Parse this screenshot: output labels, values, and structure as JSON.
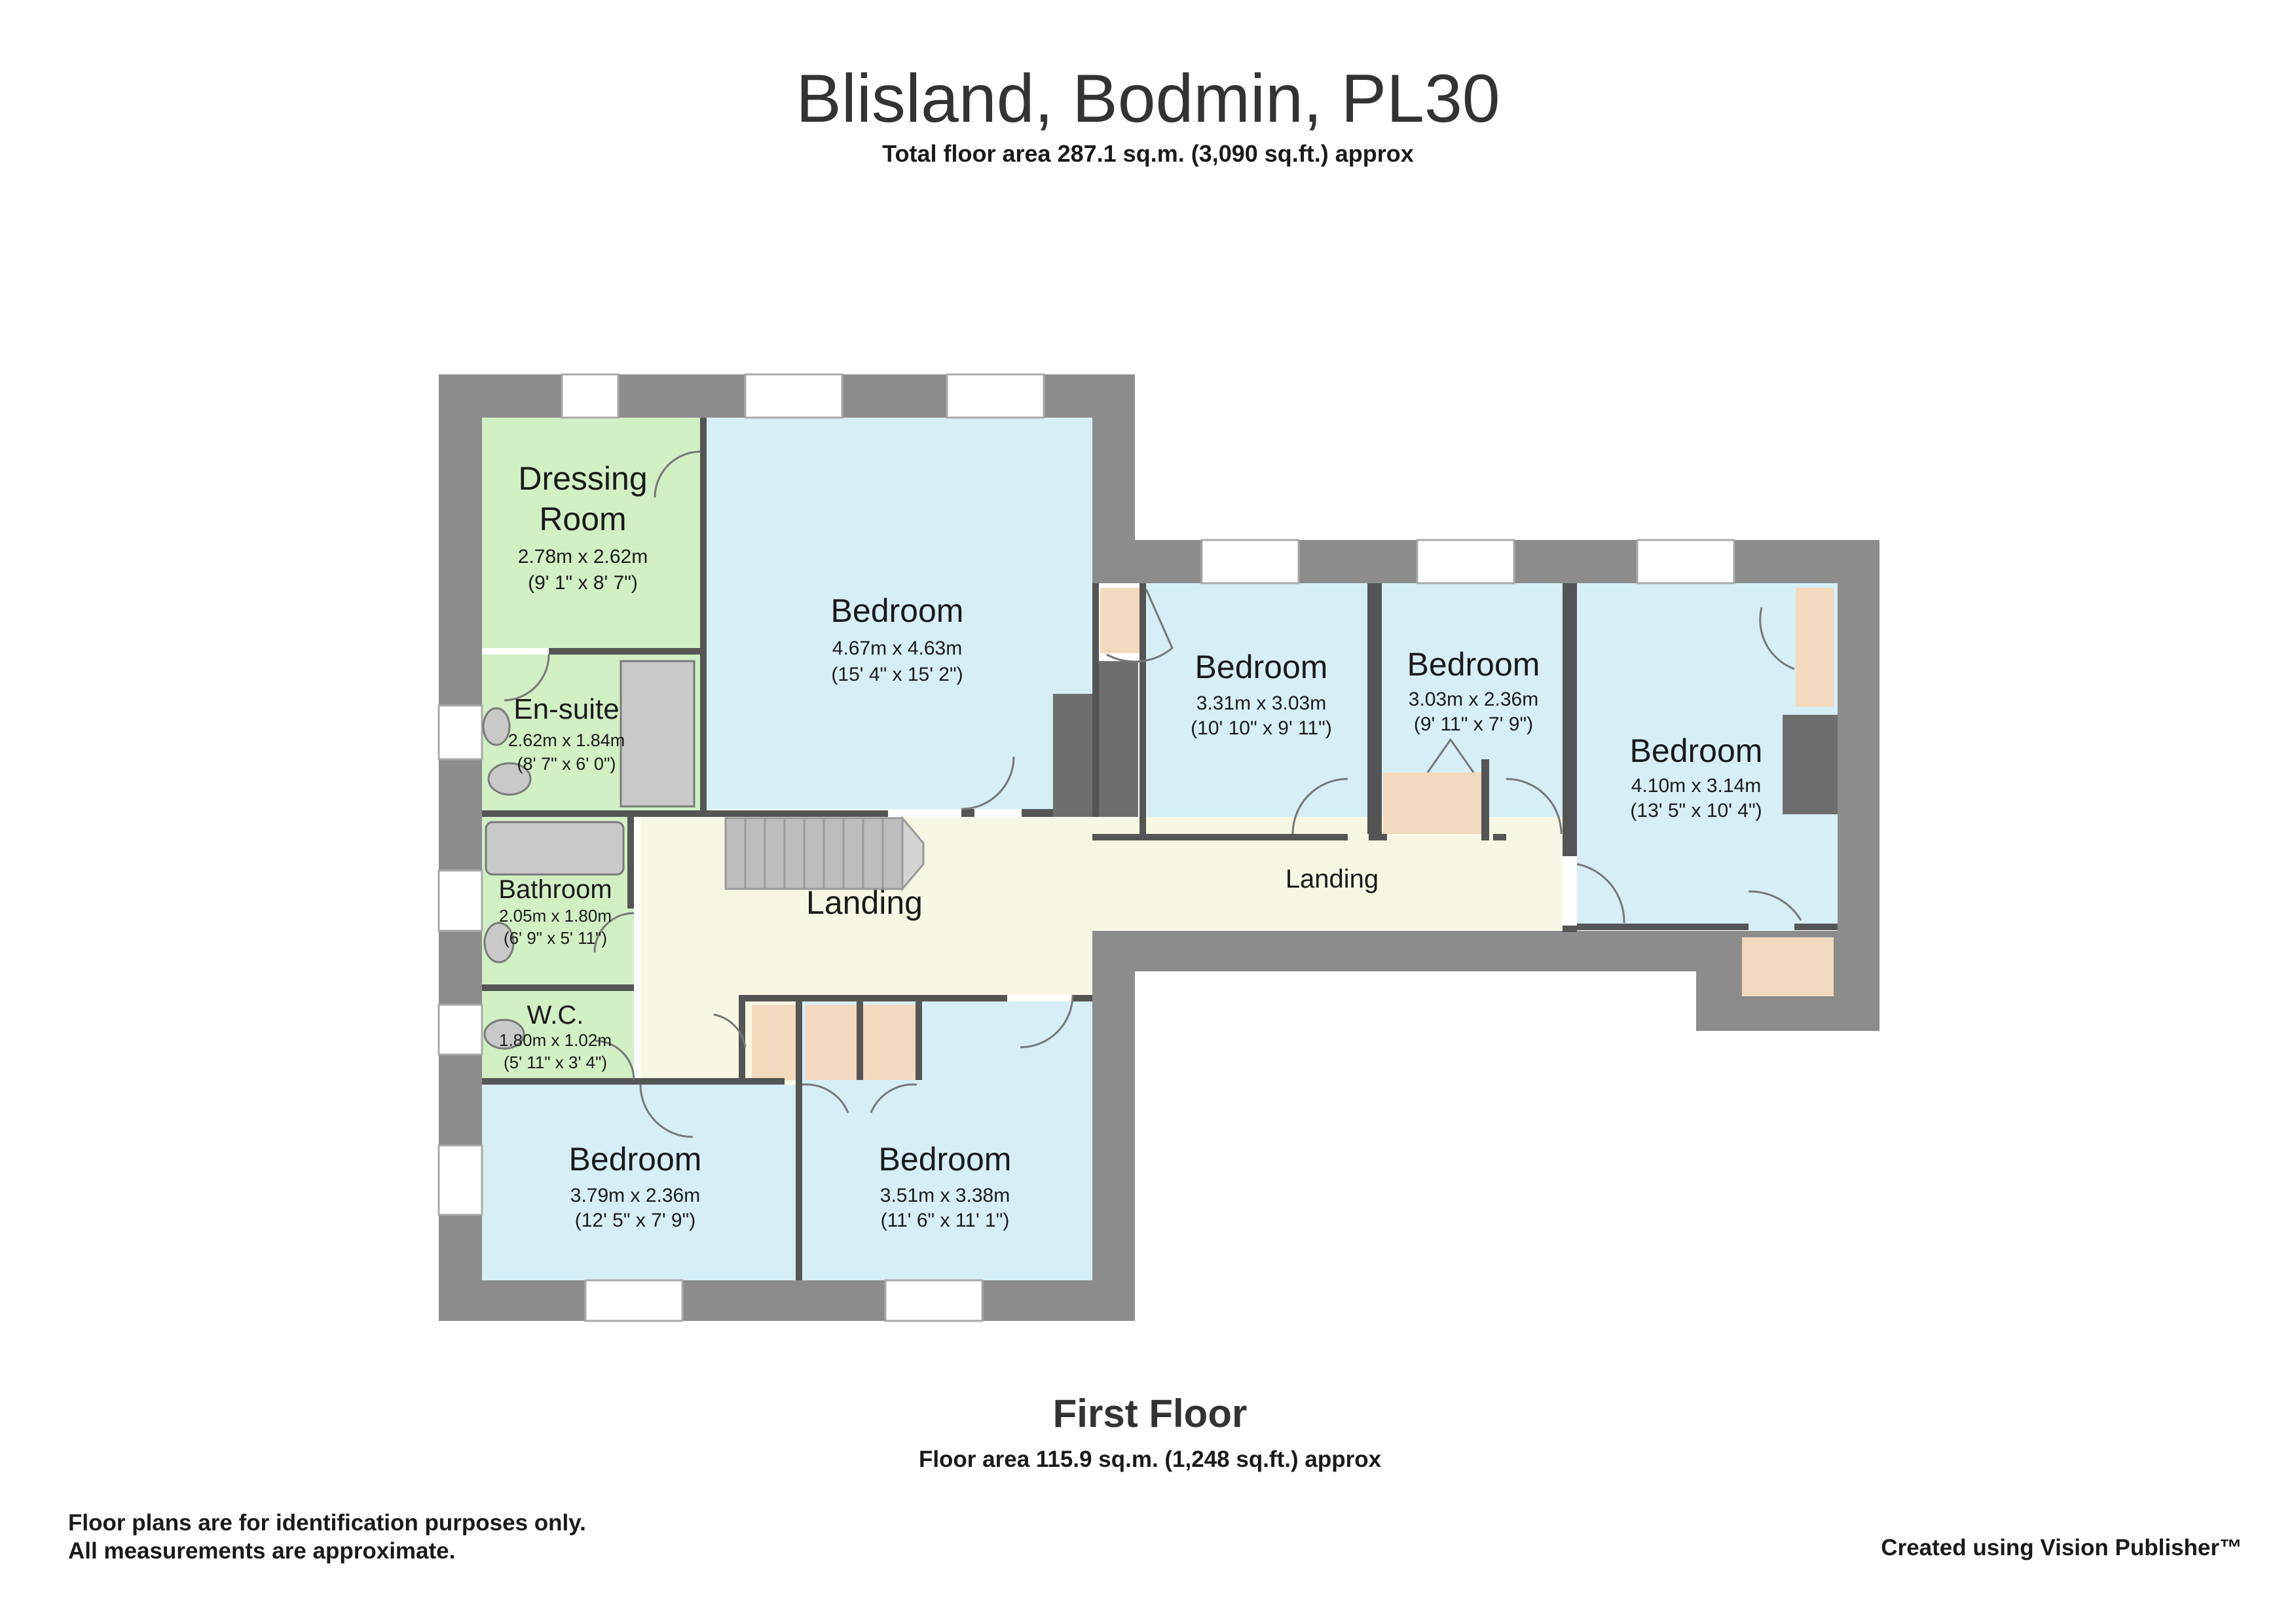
{
  "header": {
    "title": "Blisland, Bodmin, PL30",
    "total_area": "Total floor area 287.1 sq.m. (3,090 sq.ft.) approx"
  },
  "floor": {
    "name": "First Floor",
    "area": "Floor area 115.9 sq.m. (1,248 sq.ft.) approx"
  },
  "footer": {
    "disclaimer_line1": "Floor plans are for identification purposes only.",
    "disclaimer_line2": "All measurements are approximate.",
    "credit": "Created using Vision Publisher™"
  },
  "colors": {
    "wall": "#8c8c8c",
    "bedroom": "#d6eff7",
    "wet_room": "#d1f0c4",
    "landing": "#f8f7e3",
    "cupboard": "#f3d9bd",
    "stairs": "#bdbdbd"
  },
  "rooms": {
    "dressing": {
      "name1": "Dressing",
      "name2": "Room",
      "dims": "2.78m x 2.62m",
      "imperial": "(9' 1\" x 8' 7\")"
    },
    "ensuite": {
      "name": "En-suite",
      "dims": "2.62m x 1.84m",
      "imperial": "(8' 7\" x 6' 0\")"
    },
    "bathroom": {
      "name": "Bathroom",
      "dims": "2.05m x 1.80m",
      "imperial": "(6' 9\" x 5' 11\")"
    },
    "wc": {
      "name": "W.C.",
      "dims": "1.80m x 1.02m",
      "imperial": "(5' 11\" x 3' 4\")"
    },
    "bedroom_main": {
      "name": "Bedroom",
      "dims": "4.67m x 4.63m",
      "imperial": "(15' 4\" x 15' 2\")"
    },
    "bedroom_2": {
      "name": "Bedroom",
      "dims": "3.31m x 3.03m",
      "imperial": "(10' 10\" x 9' 11\")"
    },
    "bedroom_3": {
      "name": "Bedroom",
      "dims": "3.03m x 2.36m",
      "imperial": "(9' 11\" x 7' 9\")"
    },
    "bedroom_4": {
      "name": "Bedroom",
      "dims": "4.10m x 3.14m",
      "imperial": "(13' 5\" x 10' 4\")"
    },
    "bedroom_sw": {
      "name": "Bedroom",
      "dims": "3.79m x 2.36m",
      "imperial": "(12' 5\" x 7' 9\")"
    },
    "bedroom_s": {
      "name": "Bedroom",
      "dims": "3.51m x 3.38m",
      "imperial": "(11' 6\" x 11' 1\")"
    },
    "landing_main": {
      "name": "Landing"
    },
    "landing_east": {
      "name": "Landing"
    }
  }
}
